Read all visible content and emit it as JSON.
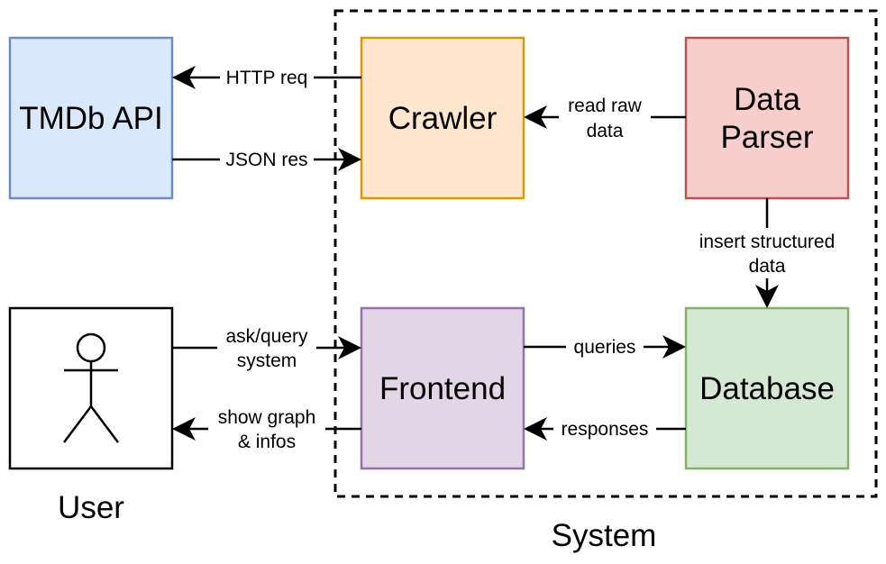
{
  "system": {
    "label": "System"
  },
  "nodes": {
    "tmdb": {
      "label": "TMDb API",
      "fill": "#dae8fc",
      "stroke": "#6c8ebf"
    },
    "crawler": {
      "label": "Crawler",
      "fill": "#ffe6cc",
      "stroke": "#d79b00"
    },
    "parser": {
      "label_lines": [
        "Data",
        "Parser"
      ],
      "fill": "#f8cecc",
      "stroke": "#b85450"
    },
    "frontend": {
      "label": "Frontend",
      "fill": "#e1d5e7",
      "stroke": "#9673a6"
    },
    "database": {
      "label": "Database",
      "fill": "#d5e8d4",
      "stroke": "#82b366"
    },
    "user": {
      "label": "User",
      "fill": "#ffffff",
      "stroke": "#000000",
      "icon": "stick-figure-icon"
    }
  },
  "edges": {
    "http_req": {
      "label": "HTTP req"
    },
    "json_res": {
      "label": "JSON res"
    },
    "read_raw": {
      "label_lines": [
        "read raw",
        "data"
      ]
    },
    "insert_structured": {
      "label_lines": [
        "insert structured",
        "data"
      ]
    },
    "ask_query": {
      "label_lines": [
        "ask/query",
        "system"
      ]
    },
    "show_graph": {
      "label_lines": [
        "show graph",
        "& infos"
      ]
    },
    "queries": {
      "label": "queries"
    },
    "responses": {
      "label": "responses"
    }
  }
}
